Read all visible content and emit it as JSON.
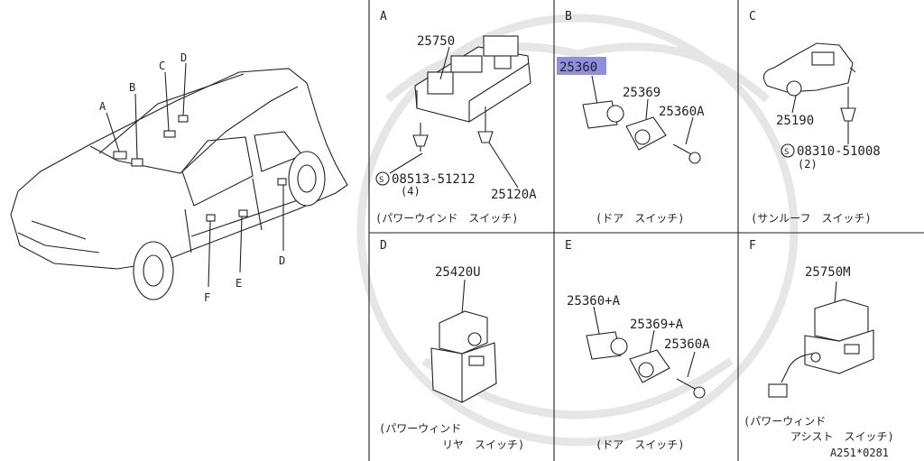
{
  "panels": {
    "A": {
      "letter": "A",
      "part_main": "25750",
      "screw": "08513-51212",
      "screw_qty": "(4)",
      "part_sub": "25120A",
      "caption": "(パワーウインド　スイッチ)"
    },
    "B": {
      "letter": "B",
      "part_highlight": "25360",
      "part_mid": "25369",
      "part_screw": "25360A",
      "caption": "(ドア　スイッチ)"
    },
    "C": {
      "letter": "C",
      "part_main": "25190",
      "screw": "08310-51008",
      "screw_qty": "(2)",
      "caption": "(サンルーフ　スイッチ)"
    },
    "D": {
      "letter": "D",
      "part_main": "25420U",
      "caption_line1": "(パワーウィンド",
      "caption_line2": "リヤ　スイッチ)"
    },
    "E": {
      "letter": "E",
      "part_a": "25360+A",
      "part_b": "25369+A",
      "part_screw": "25360A",
      "caption": "(ドア　スイッチ)"
    },
    "F": {
      "letter": "F",
      "part_main": "25750M",
      "caption_line1": "(パワーウィンド",
      "caption_line2": "アシスト　スイッチ)",
      "ref_code": "A251*0281"
    }
  },
  "car": {
    "labels": [
      "A",
      "B",
      "C",
      "D",
      "D",
      "E",
      "F"
    ]
  },
  "colors": {
    "highlight": "#8f8fe0",
    "line": "#222222"
  }
}
